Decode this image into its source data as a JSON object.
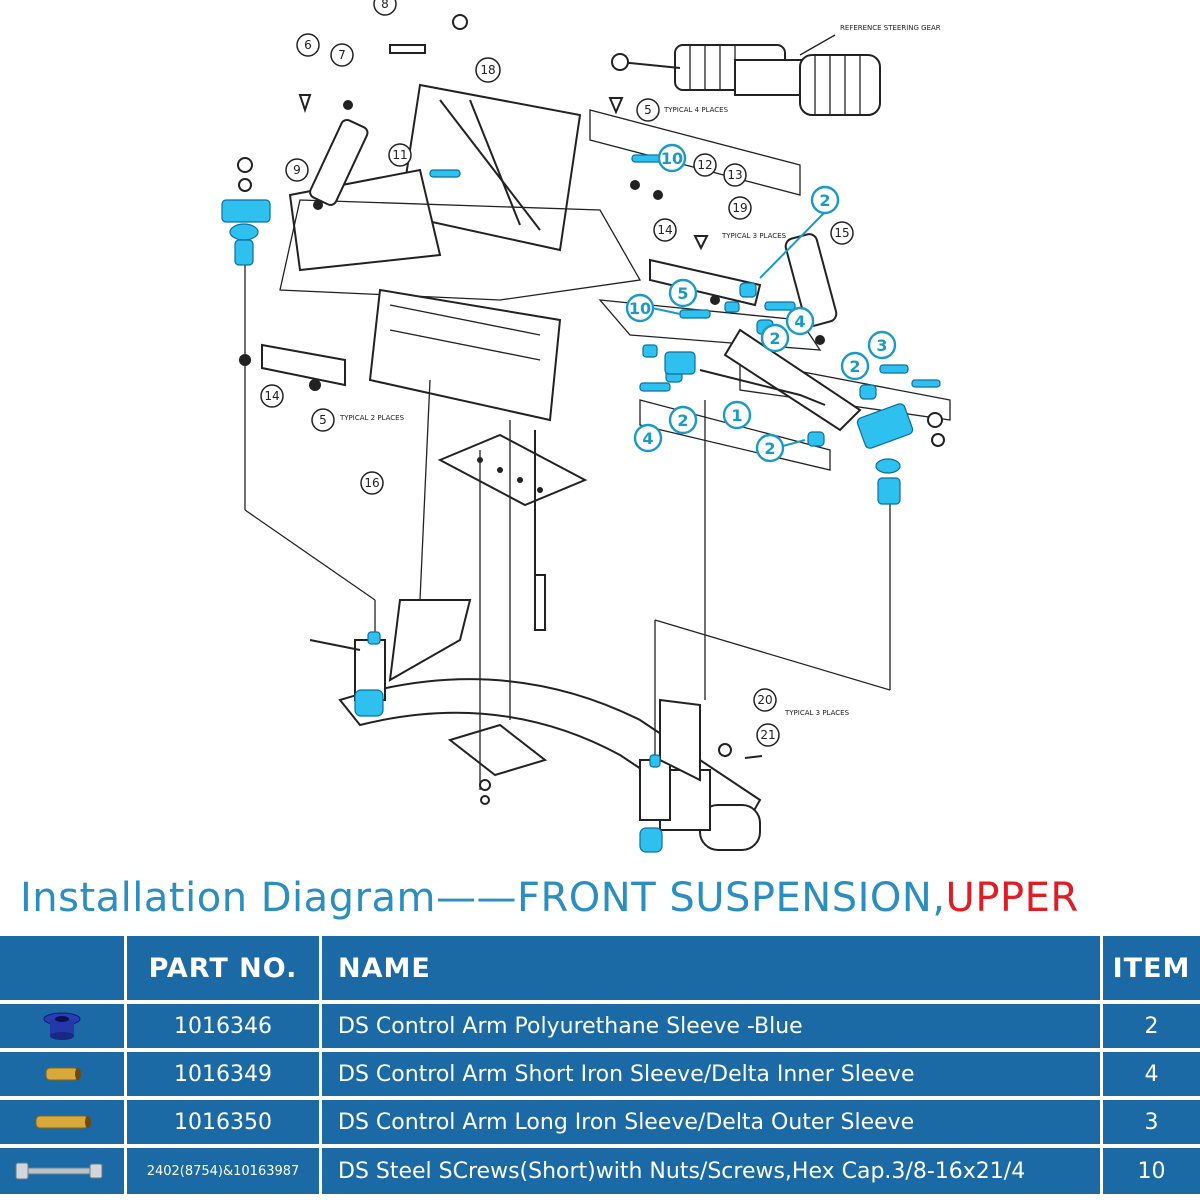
{
  "diagram": {
    "notes": {
      "reference": "REFERENCE STEERING GEAR",
      "typical4": "TYPICAL 4 PLACES",
      "typical3a": "TYPICAL 3 PLACES",
      "typical2": "TYPICAL 2 PLACES",
      "typical3b": "TYPICAL 3 PLACES"
    },
    "callouts": [
      "8",
      "7",
      "6",
      "18",
      "5",
      "11",
      "9",
      "10",
      "12",
      "13",
      "19",
      "14",
      "15",
      "14",
      "5",
      "16",
      "20",
      "21"
    ],
    "highlight_callouts": [
      "10",
      "2",
      "5",
      "10",
      "4",
      "2",
      "3",
      "2",
      "2",
      "1",
      "4",
      "2"
    ],
    "colors": {
      "highlight": "#2ec0ee",
      "callout_ring": "#1a9ac8"
    }
  },
  "title": {
    "main": "Installation Diagram——FRONT SUSPENSION,",
    "accent": "UPPER",
    "color": "#2a8ec0",
    "accent_color": "#e01c24"
  },
  "table": {
    "header_bg": "#1b6aa5",
    "headers": {
      "part_no": "PART NO.",
      "name": "NAME",
      "item": "ITEM"
    },
    "rows": [
      {
        "thumb": "blue-sleeve-icon",
        "part_no": "1016346",
        "name": "DS Control Arm Polyurethane Sleeve -Blue",
        "item": "2"
      },
      {
        "thumb": "short-iron-sleeve-icon",
        "part_no": "1016349",
        "name": "DS Control Arm Short Iron Sleeve/Delta Inner Sleeve",
        "item": "4"
      },
      {
        "thumb": "long-iron-sleeve-icon",
        "part_no": "1016350",
        "name": "DS Control Arm Long Iron Sleeve/Delta Outer Sleeve",
        "item": "3"
      },
      {
        "thumb": "screw-nut-icon",
        "part_no": "2402(8754)&10163987",
        "name": "DS Steel SCrews(Short)with Nuts/Screws,Hex Cap.3/8-16x21/4",
        "item": "10"
      }
    ]
  }
}
